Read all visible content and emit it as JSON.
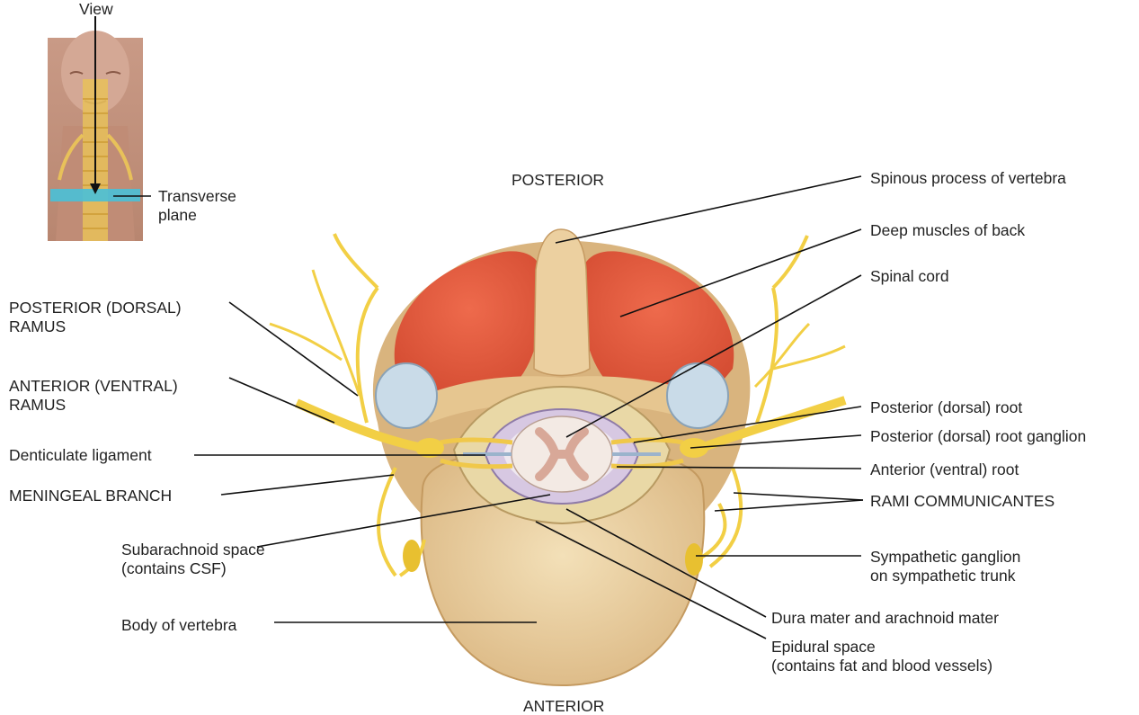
{
  "inset": {
    "view_label": "View",
    "plane_label": [
      "Transverse",
      "plane"
    ]
  },
  "orientation": {
    "top": "POSTERIOR",
    "bottom": "ANTERIOR"
  },
  "labels_left": [
    [
      "POSTERIOR (DORSAL)",
      "RAMUS"
    ],
    [
      "ANTERIOR (VENTRAL)",
      "RAMUS"
    ],
    [
      "Denticulate ligament"
    ],
    [
      "MENINGEAL BRANCH"
    ],
    [
      "Subarachnoid space",
      "(contains CSF)"
    ],
    [
      "Body of vertebra"
    ]
  ],
  "labels_right": [
    [
      "Spinous process of vertebra"
    ],
    [
      "Deep muscles of back"
    ],
    [
      "Spinal cord"
    ],
    [
      "Posterior (dorsal) root"
    ],
    [
      "Posterior (dorsal) root ganglion"
    ],
    [
      "Anterior (ventral) root"
    ],
    [
      "RAMI COMMUNICANTES"
    ],
    [
      "Sympathetic ganglion",
      "on sympathetic trunk"
    ]
  ],
  "labels_bottom": [
    [
      "Dura mater and arachnoid mater"
    ],
    [
      "Epidural space",
      "(contains fat and blood vessels)"
    ]
  ],
  "colors": {
    "muscle": "#e2543a",
    "bone": "#ecd2a4",
    "nerve": "#f2cf45",
    "cord_white": "#f3eae4",
    "cord_grey": "#e3c1b5",
    "cartilage": "#c9dbe8",
    "leader": "#111111"
  }
}
